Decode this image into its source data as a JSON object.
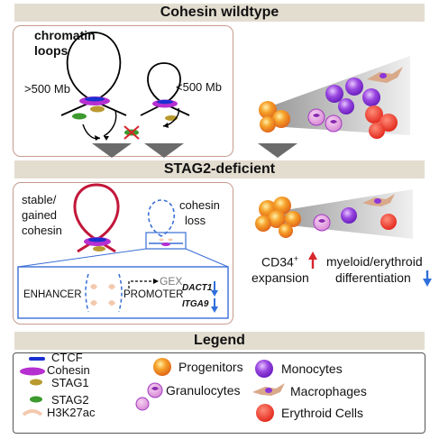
{
  "sections": {
    "wildtype": "Cohesin wildtype",
    "deficient": "STAG2-deficient",
    "legend": "Legend"
  },
  "wildtype": {
    "chromatin_loops_line1": "chromatin",
    "chromatin_loops_line2": "loops",
    "large_loop_label": ">500 Mb",
    "small_loop_label": "<500 Mb"
  },
  "deficient": {
    "stable_line1": "stable/",
    "stable_line2": "gained",
    "stable_line3": "cohesin",
    "loss_line1": "cohesin",
    "loss_line2": "loss",
    "enhancer": "ENHANCER",
    "promoter": "PROMOTER",
    "gex": "GEX",
    "dact1": "DACT1",
    "itga9": "ITGA9",
    "cd34": "CD34",
    "cd34_sup": "+",
    "expansion": "expansion",
    "myeloid": "myeloid/erythroid",
    "differentiation": "differentiation"
  },
  "legend": {
    "ctcf": "CTCF",
    "cohesin": "Cohesin",
    "stag1": "STAG1",
    "stag2": "STAG2",
    "h3k27ac": "H3K27ac",
    "progenitors": "Progenitors",
    "granulocytes": "Granulocytes",
    "monocytes": "Monocytes",
    "macrophages": "Macrophages",
    "erythroid": "Erythroid Cells"
  },
  "colors": {
    "ctcf": "#1a2fd0",
    "cohesin": "#b62fd0",
    "stag1": "#b99a2e",
    "stag2": "#3c9a2e",
    "h3k27ac": "#f3c9ae",
    "loop_stable": "#c2173a",
    "loop_loss": "#3a6ed6",
    "up_arrow": "#d8252c",
    "down_arrow": "#2f6fdb",
    "progenitor": "#f28a1a",
    "granulocyte": "#a23bc2",
    "monocyte": "#8b36d8",
    "macrophage": "#d9a98a",
    "erythroid": "#ef3a2a",
    "panel_border": "#c69b8b",
    "section_bar": "#e3ddd0"
  }
}
